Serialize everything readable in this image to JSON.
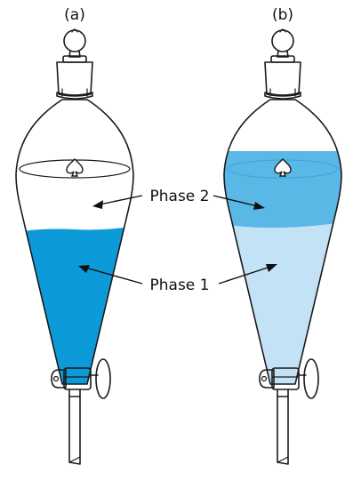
{
  "panels": [
    {
      "label": "(a)",
      "colors": {
        "phase2": "#ffffff",
        "phase1": "#0c9ad8",
        "stopcock_interior": "#ffffff"
      }
    },
    {
      "label": "(b)",
      "colors": {
        "phase2": "#5ab8e6",
        "phase1": "#c4e2f6",
        "stopcock_interior": "#ffffff"
      }
    }
  ],
  "labels": {
    "phase2": "Phase 2",
    "phase1": "Phase 1"
  },
  "icons": [
    "stopper-finial-icon",
    "frosted-stopper-icon",
    "spade-logo-icon",
    "stopcock-icon",
    "arrow-icon"
  ]
}
